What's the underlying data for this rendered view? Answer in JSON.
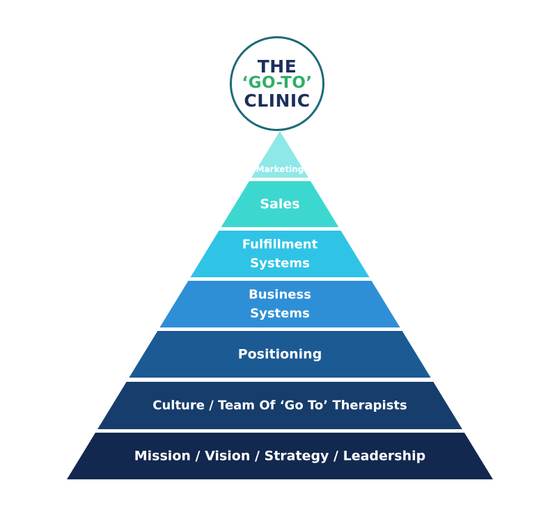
{
  "badge": {
    "line1": "THE",
    "line2": "‘GO-TO’",
    "line3": "CLINIC"
  },
  "pyramid": {
    "levels": [
      {
        "lines": [
          "Marketing"
        ],
        "color": "#8ee8e8"
      },
      {
        "lines": [
          "Sales"
        ],
        "color": "#3cd8d0"
      },
      {
        "lines": [
          "Fulfillment",
          "Systems"
        ],
        "color": "#2fc4e6"
      },
      {
        "lines": [
          "Business",
          "Systems"
        ],
        "color": "#2f8fd6"
      },
      {
        "lines": [
          "Positioning"
        ],
        "color": "#1c5a94"
      },
      {
        "lines": [
          "Culture / Team Of ‘Go To’ Therapists"
        ],
        "color": "#163d6b"
      },
      {
        "lines": [
          "Mission / Vision / Strategy / Leadership"
        ],
        "color": "#13284f"
      }
    ]
  }
}
